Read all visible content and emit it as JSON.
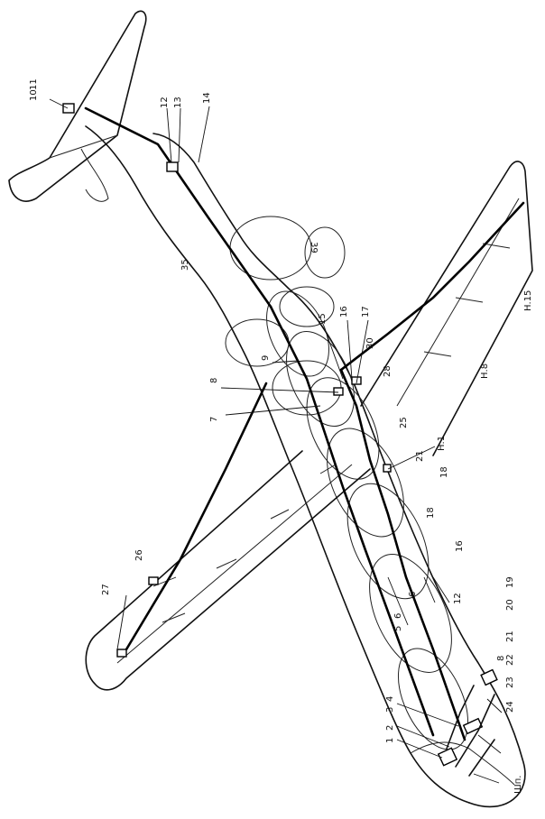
{
  "title": "",
  "labels": {
    "c1": "1",
    "c2": "2",
    "c3": "3",
    "c4": "4",
    "c5": "5",
    "c6": "6",
    "c6b": "6",
    "c7": "7",
    "c8": "8",
    "c8b": "8",
    "c9": "9",
    "c10": "10",
    "c11": "11",
    "c12": "12",
    "c12b": "12",
    "c13": "13",
    "c14": "14",
    "c15": "15",
    "c16": "16",
    "c16b": "16",
    "c17": "17",
    "c18": "18",
    "c18b": "18",
    "c19": "19",
    "c20": "20",
    "c21": "21",
    "c21b": "21",
    "c22": "22",
    "c23": "23",
    "c24": "24",
    "c25": "25",
    "c26": "26",
    "c27": "27",
    "c28": "28",
    "c30": "30",
    "c35": "35",
    "c39": "39",
    "sp": "Шп.",
    "n1": "Н.1",
    "n8": "Н.8",
    "n15": "Н.15"
  }
}
